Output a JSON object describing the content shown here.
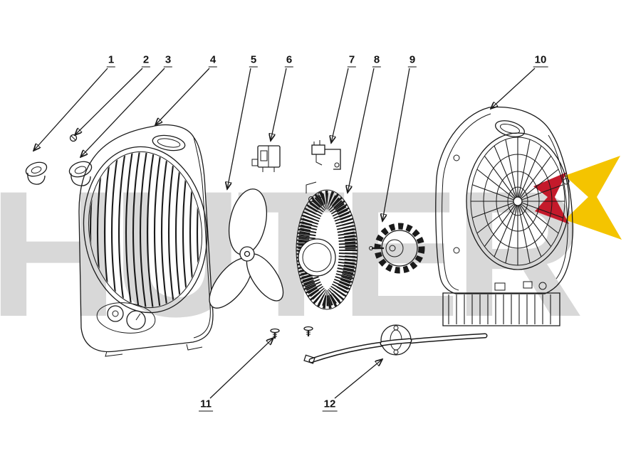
{
  "watermark": {
    "text": "HUTER"
  },
  "colors": {
    "watermark_gray": "#d8d8d8",
    "logo_red": "#c41a2b",
    "logo_yellow": "#f4c400",
    "line_black": "#1a1a1a"
  },
  "part_labels": [
    "1",
    "2",
    "3",
    "4",
    "5",
    "6",
    "7",
    "8",
    "9",
    "10",
    "11",
    "12"
  ]
}
